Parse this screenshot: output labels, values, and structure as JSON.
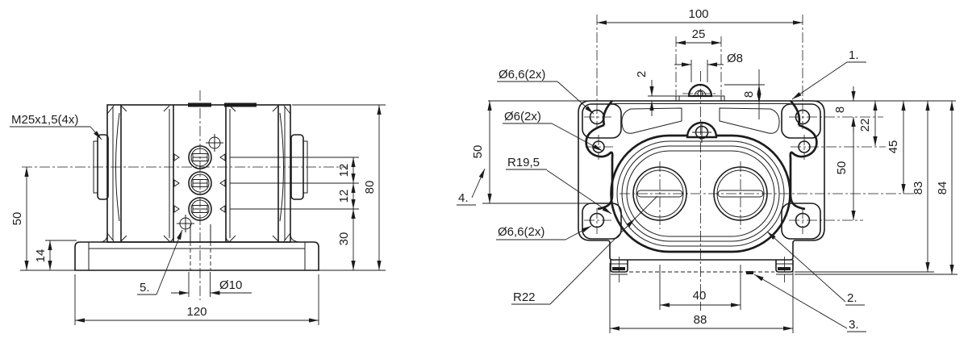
{
  "colors": {
    "line": "#1c1c1c",
    "background": "#ffffff"
  },
  "front": {
    "thread": "M25x1,5(4x)",
    "d50": "50",
    "d14": "14",
    "d120": "120",
    "d10": "Ø10",
    "c5": "5.",
    "d12a": "12",
    "d12b": "12",
    "d30": "30",
    "d80": "80"
  },
  "top": {
    "d100": "100",
    "d25": "25",
    "dia8": "Ø8",
    "d2": "2",
    "d8b": "8",
    "l66t": "Ø6,6(2x)",
    "l6": "Ø6(2x)",
    "r195": "R19,5",
    "l66b": "Ø6,6(2x)",
    "r22": "R22",
    "d50l": "50",
    "c4": "4.",
    "c1": "1.",
    "c2": "2.",
    "c3": "3.",
    "d40": "40",
    "d88": "88",
    "d8r": "8",
    "d22": "22",
    "d45": "45",
    "d50r": "50",
    "d83": "83",
    "d84": "84"
  }
}
